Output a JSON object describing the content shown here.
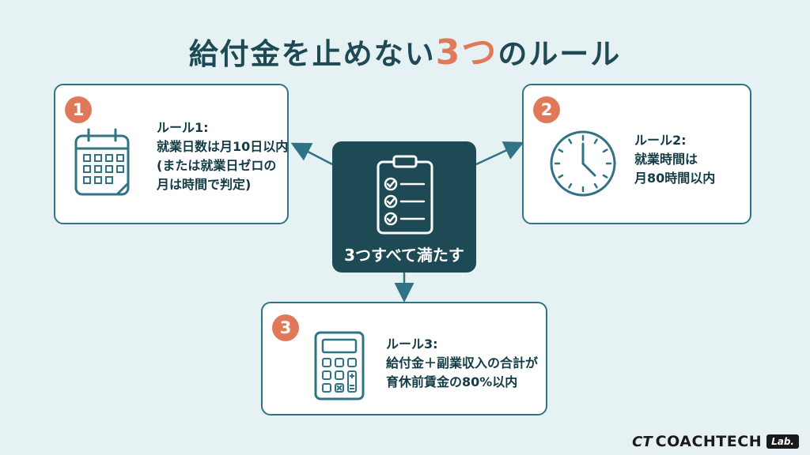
{
  "title": {
    "before": "給付金を止めない",
    "accent": "3つ",
    "after": "のルール"
  },
  "center": {
    "label": "3つすべて満たす",
    "icon": "clipboard-checklist-icon"
  },
  "rules": [
    {
      "number": "1",
      "heading": "ルール1:",
      "lines": [
        "就業日数は月10日以内",
        "(または就業日ゼロの",
        "月は時間で判定)"
      ],
      "icon": "calendar-icon"
    },
    {
      "number": "2",
      "heading": "ルール2:",
      "lines": [
        "就業時間は",
        "月80時間以内"
      ],
      "icon": "clock-icon"
    },
    {
      "number": "3",
      "heading": "ルール3:",
      "lines": [
        "給付金＋副業収入の合計が",
        "育休前賃金の80%以内"
      ],
      "icon": "calculator-icon"
    }
  ],
  "logo": {
    "mark": "CT",
    "word": "COACHTECH",
    "lab": "Lab."
  },
  "colors": {
    "accent": "#e0795a",
    "dark": "#1d4a55",
    "border": "#2f7385",
    "background": "#e6f1f3"
  }
}
